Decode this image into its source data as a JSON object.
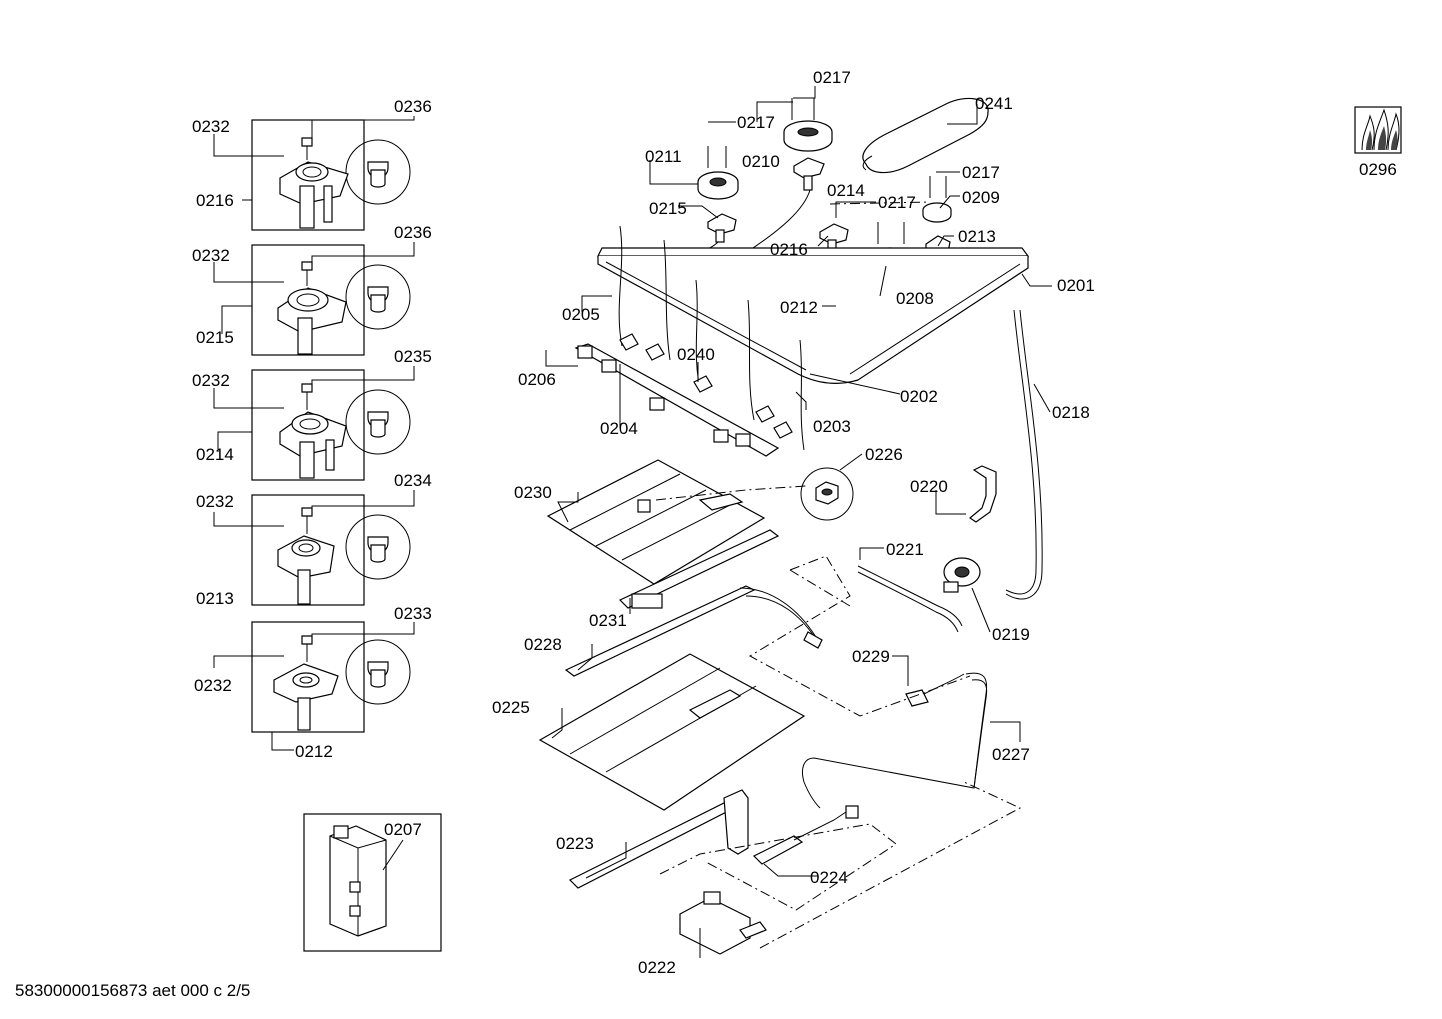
{
  "labels": {
    "p0201": "0201",
    "p0202": "0202",
    "p0203": "0203",
    "p0204": "0204",
    "p0205": "0205",
    "p0206": "0206",
    "p0207": "0207",
    "p0208": "0208",
    "p0209": "0209",
    "p0210": "0210",
    "p0211": "0211",
    "p0212": "0212",
    "p0212b": "0212",
    "p0213": "0213",
    "p0213b": "0213",
    "p0214": "0214",
    "p0214b": "0214",
    "p0215": "0215",
    "p0215b": "0215",
    "p0216": "0216",
    "p0216b": "0216",
    "p0217a": "0217",
    "p0217b": "0217",
    "p0217c": "0217",
    "p0217d": "0217",
    "p0218": "0218",
    "p0219": "0219",
    "p0220": "0220",
    "p0221": "0221",
    "p0222": "0222",
    "p0223": "0223",
    "p0224": "0224",
    "p0225": "0225",
    "p0226": "0226",
    "p0227": "0227",
    "p0228": "0228",
    "p0229": "0229",
    "p0230": "0230",
    "p0231": "0231",
    "p0232a": "0232",
    "p0232b": "0232",
    "p0232c": "0232",
    "p0232d": "0232",
    "p0232e": "0232",
    "p0233": "0233",
    "p0234": "0234",
    "p0235": "0235",
    "p0236a": "0236",
    "p0236b": "0236",
    "p0240": "0240",
    "p0241": "0241",
    "p0296": "0296"
  },
  "footer": {
    "document_id": "58300000156873 aet 000 c 2/5"
  }
}
